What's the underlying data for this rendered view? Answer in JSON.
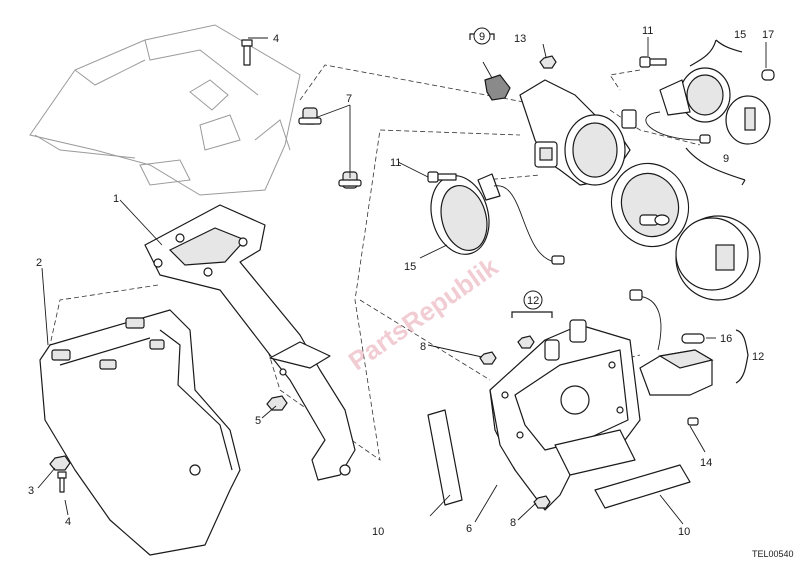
{
  "watermark": "PartsRepublik",
  "drawing_code": "TEL00540",
  "callouts": {
    "c1": "1",
    "c2": "2",
    "c3": "3",
    "c4a": "4",
    "c4b": "4",
    "c5": "5",
    "c6": "6",
    "c7": "7",
    "c8a": "8",
    "c8b": "8",
    "c9a": "9",
    "c9b": "9",
    "c10a": "10",
    "c10b": "10",
    "c11a": "11",
    "c11b": "11",
    "c12a": "12",
    "c12b": "12",
    "c13": "13",
    "c14": "14",
    "c15a": "15",
    "c15b": "15",
    "c16": "16",
    "c17": "17"
  }
}
